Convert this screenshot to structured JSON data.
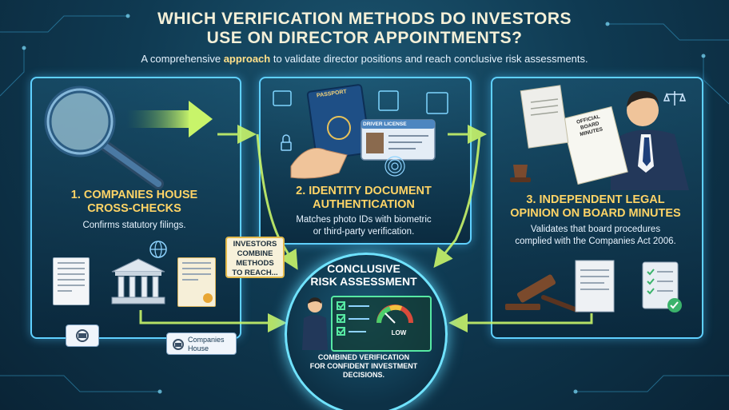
{
  "header": {
    "title_line1": "WHICH VERIFICATION METHODS DO INVESTORS",
    "title_line2": "USE ON DIRECTOR APPOINTMENTS?",
    "subtitle_before": "A comprehensive ",
    "subtitle_highlight": "approach",
    "subtitle_after": " to validate director positions and reach conclusive risk assessments."
  },
  "panels": [
    {
      "title_line1": "1. COMPANIES HOUSE",
      "title_line2": "CROSS-CHECKS",
      "desc_line1": "Confirms statutory filings.",
      "desc_line2": ""
    },
    {
      "title_line1": "2. IDENTITY DOCUMENT",
      "title_line2": "AUTHENTICATION",
      "desc_line1": "Matches photo IDs with biometric",
      "desc_line2": "or third-party verification."
    },
    {
      "title_line1": "3. INDEPENDENT LEGAL",
      "title_line2": "OPINION ON BOARD MINUTES",
      "desc_line1": "Validates that board procedures",
      "desc_line2": "complied with the Companies Act 2006."
    }
  ],
  "illustration_labels": {
    "passport": "PASSPORT",
    "driver_license": "DRIVER LICENSE",
    "minutes_line1": "OFFICIAL",
    "minutes_line2": "BOARD MINUTES",
    "gauge_reading": "LOW",
    "companies_house_badge_line1": "Companies",
    "companies_house_badge_line2": "House"
  },
  "callout": {
    "line1": "INVESTORS",
    "line2": "COMBINE",
    "line3": "METHODS",
    "line4": "TO REACH..."
  },
  "center": {
    "title_line1": "CONCLUSIVE",
    "title_line2": "RISK ASSESSMENT",
    "desc_line1": "COMBINED VERIFICATION",
    "desc_line2": "FOR CONFIDENT INVESTMENT",
    "desc_line3": "DECISIONS."
  },
  "colors": {
    "panel_border": "#5fd0ff",
    "heading_gold": "#ffd466",
    "arrow_green": "#c8f46a",
    "center_glow": "#70e3ff",
    "check_green": "#57e9a3"
  }
}
